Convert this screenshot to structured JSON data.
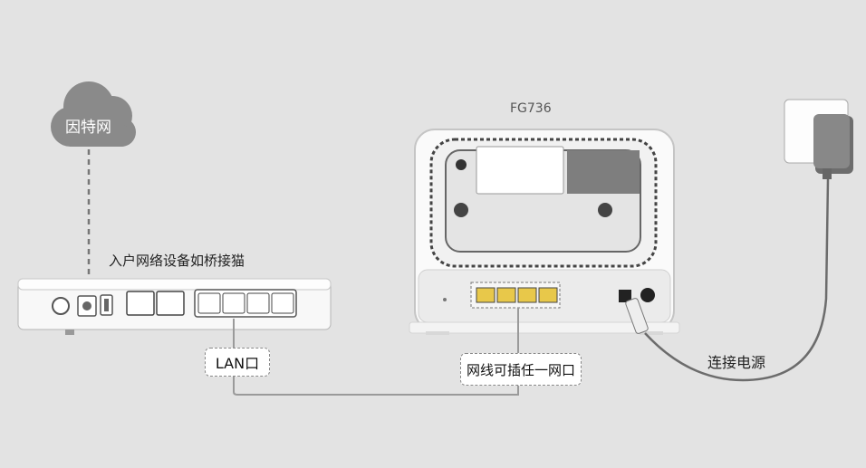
{
  "cloud": {
    "label": "因特网"
  },
  "modem": {
    "caption": "入户网络设备如桥接猫"
  },
  "router": {
    "model": "FG736"
  },
  "callouts": {
    "lan_port": "LAN口",
    "any_port": "网线可插任一网口",
    "power": "连接电源"
  },
  "colors": {
    "background": "#e3e3e3",
    "cloud": "#8a8a8a",
    "cable": "#9a9a9a",
    "port_yellow": "#e8c84a"
  }
}
